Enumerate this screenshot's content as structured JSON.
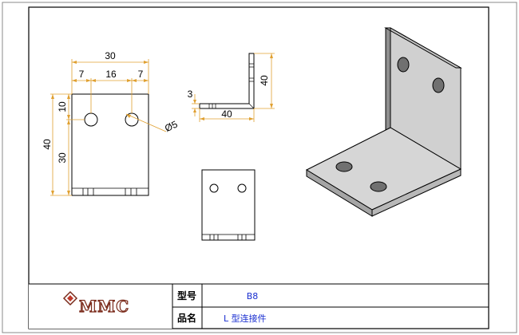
{
  "drawing": {
    "front_view": {
      "overall_width": "30",
      "hole_offset_left": "7",
      "hole_spacing": "16",
      "hole_offset_right": "7",
      "overall_height": "40",
      "hole_offset_top": "10",
      "lower_height": "30",
      "hole_diameter": "Ø5"
    },
    "side_view": {
      "thickness": "3",
      "leg_height": "40",
      "leg_length": "40"
    }
  },
  "title_block": {
    "logo_text": "MMC",
    "model_label": "型号",
    "model_value": "B8",
    "name_label": "品名",
    "name_value": "L 型连接件"
  },
  "colors": {
    "line": "#000000",
    "dimension": "#e0a030",
    "part_light": "#d2d2d2",
    "part_dark": "#a9a9a9",
    "text_blue": "#1a2fd0"
  }
}
